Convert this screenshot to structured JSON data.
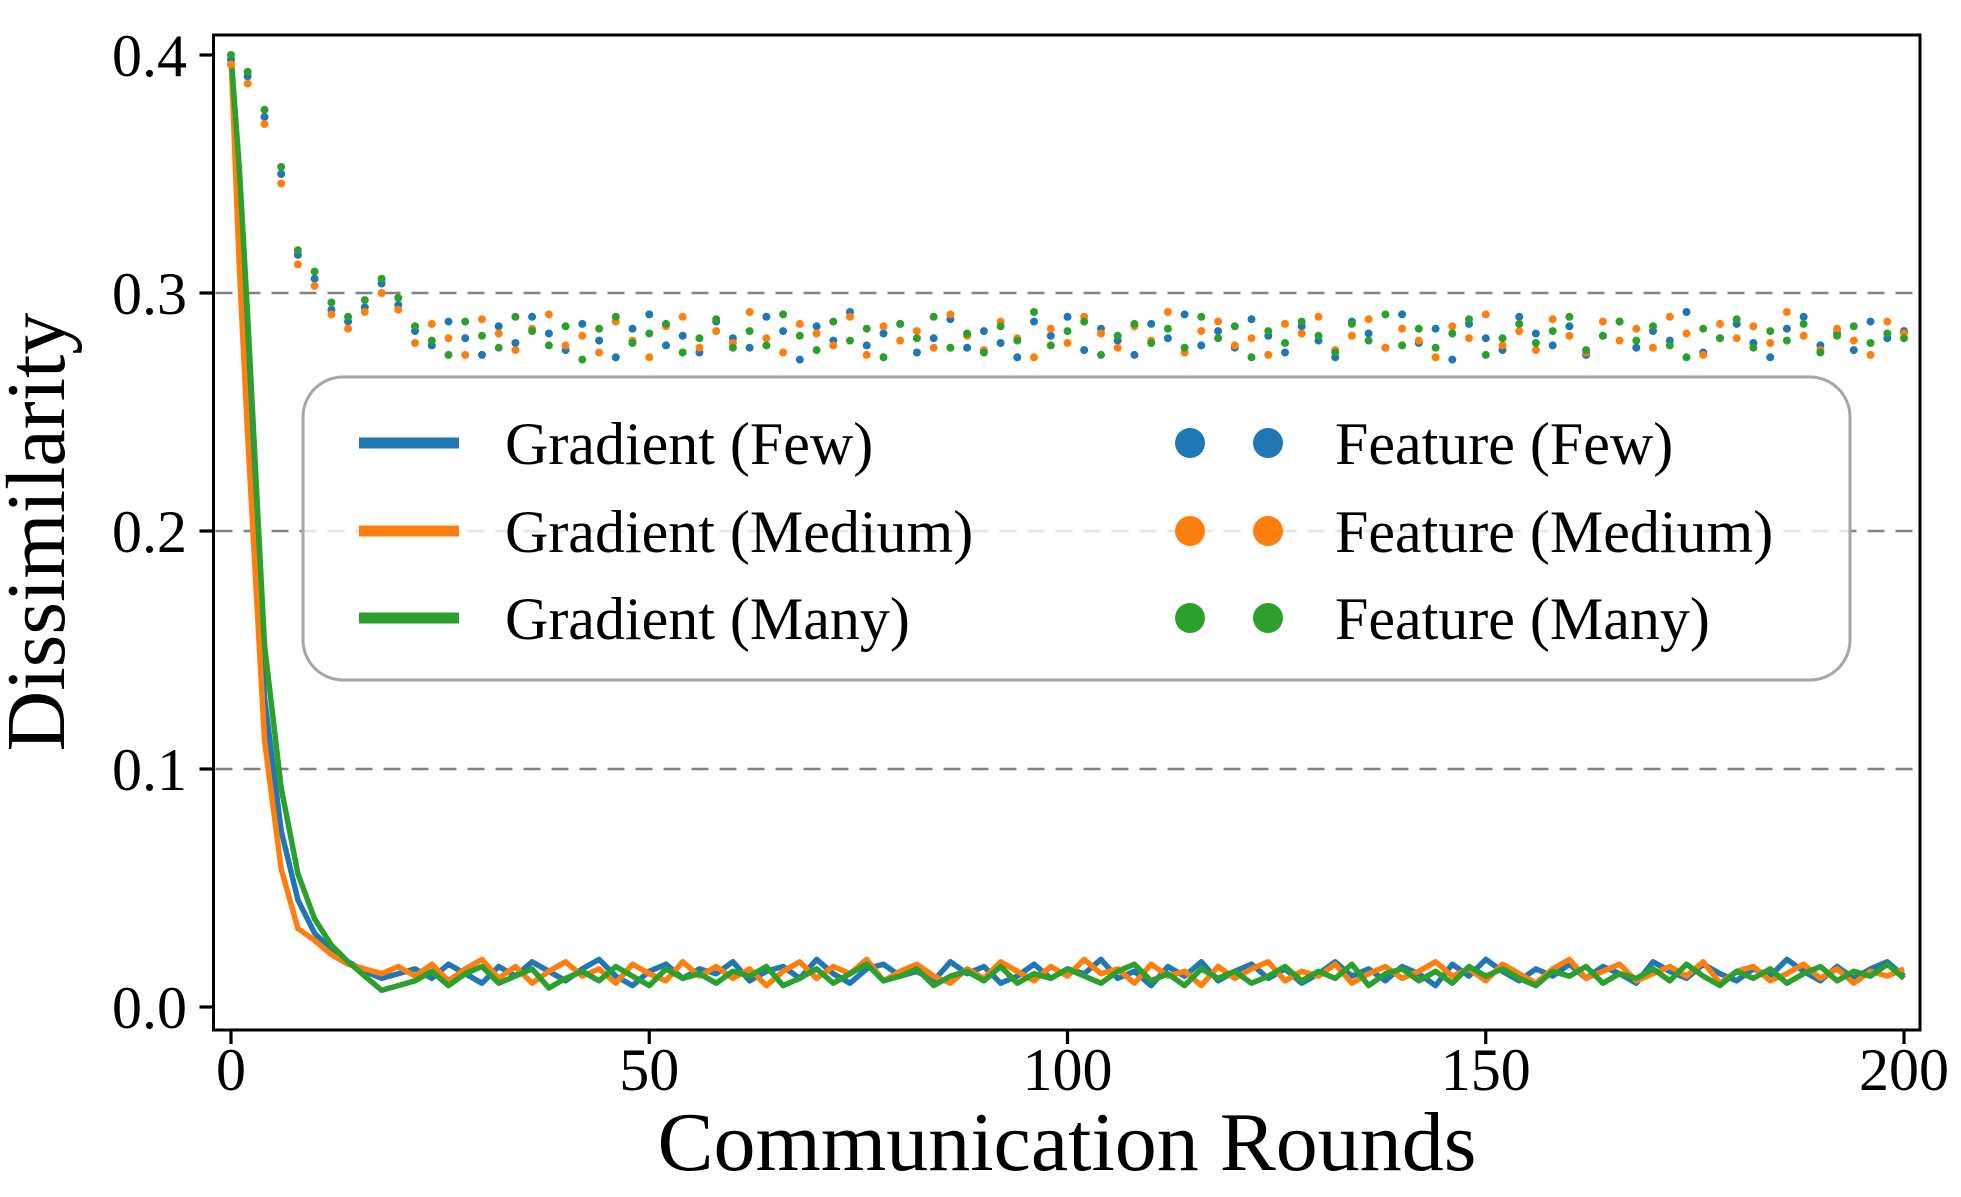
{
  "chart_data": {
    "type": "line+scatter",
    "title": "",
    "xlabel": "Communication Rounds",
    "ylabel": "Dissimilarity",
    "xlim": [
      -2.2,
      202
    ],
    "ylim": [
      -0.0097,
      0.418
    ],
    "grid": "dashed horizontal gridlines at 0.1, 0.2, 0.3",
    "legend_position": "center-left inside plot, two columns, rounded border",
    "x_ticks": [
      {
        "value": 0,
        "label": "0"
      },
      {
        "value": 50,
        "label": "50"
      },
      {
        "value": 100,
        "label": "100"
      },
      {
        "value": 150,
        "label": "150"
      },
      {
        "value": 200,
        "label": "200"
      }
    ],
    "y_ticks": [
      {
        "value": 0.0,
        "label": "0.0"
      },
      {
        "value": 0.1,
        "label": "0.1"
      },
      {
        "value": 0.2,
        "label": "0.2"
      },
      {
        "value": 0.3,
        "label": "0.3"
      },
      {
        "value": 0.4,
        "label": "0.4"
      }
    ],
    "y_gridlines": [
      0.1,
      0.2,
      0.3
    ],
    "colors": {
      "few": "#1f77b4",
      "medium": "#ff7f0e",
      "many": "#2ca02c",
      "grid": "#808080",
      "legend_border": "#a6a6a6"
    },
    "line_x": [
      0,
      1,
      2,
      4,
      6,
      8,
      10,
      12,
      14,
      16,
      18,
      20,
      22,
      24,
      26,
      28,
      30,
      32,
      34,
      36,
      38,
      40,
      42,
      44,
      46,
      48,
      50,
      52,
      54,
      56,
      58,
      60,
      62,
      64,
      66,
      68,
      70,
      72,
      74,
      76,
      78,
      80,
      82,
      84,
      86,
      88,
      90,
      92,
      94,
      96,
      98,
      100,
      102,
      104,
      106,
      108,
      110,
      112,
      114,
      116,
      118,
      120,
      122,
      124,
      126,
      128,
      130,
      132,
      134,
      136,
      138,
      140,
      142,
      144,
      146,
      148,
      150,
      152,
      154,
      156,
      158,
      160,
      162,
      164,
      166,
      168,
      170,
      172,
      174,
      176,
      178,
      180,
      182,
      184,
      186,
      188,
      190,
      192,
      194,
      196,
      198,
      200
    ],
    "scatter_x_start": 0,
    "scatter_x_step": 2,
    "series": [
      {
        "name": "Gradient (Few)",
        "type": "line",
        "color": "#1f77b4",
        "values": [
          0.4,
          0.33,
          0.268,
          0.13,
          0.074,
          0.045,
          0.031,
          0.024,
          0.019,
          0.015,
          0.012,
          0.014,
          0.016,
          0.012,
          0.018,
          0.014,
          0.01,
          0.017,
          0.013,
          0.019,
          0.015,
          0.011,
          0.016,
          0.02,
          0.013,
          0.009,
          0.015,
          0.018,
          0.012,
          0.016,
          0.014,
          0.019,
          0.011,
          0.015,
          0.017,
          0.012,
          0.02,
          0.014,
          0.01,
          0.016,
          0.018,
          0.013,
          0.015,
          0.011,
          0.019,
          0.014,
          0.017,
          0.01,
          0.013,
          0.018,
          0.012,
          0.016,
          0.014,
          0.02,
          0.012,
          0.015,
          0.009,
          0.017,
          0.013,
          0.019,
          0.011,
          0.015,
          0.018,
          0.012,
          0.016,
          0.01,
          0.014,
          0.019,
          0.013,
          0.016,
          0.011,
          0.017,
          0.014,
          0.009,
          0.018,
          0.013,
          0.02,
          0.015,
          0.011,
          0.016,
          0.013,
          0.018,
          0.012,
          0.017,
          0.014,
          0.01,
          0.019,
          0.015,
          0.012,
          0.018,
          0.014,
          0.011,
          0.016,
          0.013,
          0.02,
          0.015,
          0.011,
          0.017,
          0.012,
          0.016,
          0.019,
          0.013
        ]
      },
      {
        "name": "Gradient (Medium)",
        "type": "line",
        "color": "#ff7f0e",
        "values": [
          0.4,
          0.31,
          0.24,
          0.112,
          0.058,
          0.033,
          0.028,
          0.022,
          0.018,
          0.016,
          0.014,
          0.017,
          0.013,
          0.018,
          0.011,
          0.016,
          0.02,
          0.012,
          0.017,
          0.01,
          0.015,
          0.019,
          0.013,
          0.016,
          0.01,
          0.018,
          0.014,
          0.011,
          0.019,
          0.013,
          0.017,
          0.012,
          0.016,
          0.009,
          0.015,
          0.019,
          0.012,
          0.017,
          0.014,
          0.02,
          0.011,
          0.015,
          0.018,
          0.013,
          0.01,
          0.016,
          0.012,
          0.019,
          0.015,
          0.011,
          0.017,
          0.013,
          0.02,
          0.014,
          0.016,
          0.01,
          0.018,
          0.013,
          0.015,
          0.009,
          0.017,
          0.012,
          0.016,
          0.019,
          0.011,
          0.015,
          0.013,
          0.018,
          0.01,
          0.014,
          0.017,
          0.012,
          0.015,
          0.019,
          0.013,
          0.016,
          0.011,
          0.018,
          0.014,
          0.01,
          0.016,
          0.02,
          0.012,
          0.015,
          0.018,
          0.011,
          0.014,
          0.017,
          0.013,
          0.019,
          0.01,
          0.015,
          0.017,
          0.011,
          0.014,
          0.018,
          0.012,
          0.016,
          0.01,
          0.015,
          0.013,
          0.016
        ]
      },
      {
        "name": "Gradient (Many)",
        "type": "line",
        "color": "#2ca02c",
        "values": [
          0.4,
          0.352,
          0.29,
          0.152,
          0.092,
          0.056,
          0.037,
          0.026,
          0.019,
          0.013,
          0.007,
          0.009,
          0.011,
          0.015,
          0.009,
          0.014,
          0.017,
          0.01,
          0.013,
          0.016,
          0.008,
          0.012,
          0.015,
          0.011,
          0.017,
          0.013,
          0.009,
          0.016,
          0.012,
          0.014,
          0.01,
          0.015,
          0.013,
          0.017,
          0.009,
          0.012,
          0.016,
          0.01,
          0.014,
          0.018,
          0.011,
          0.013,
          0.016,
          0.009,
          0.013,
          0.015,
          0.011,
          0.017,
          0.01,
          0.014,
          0.012,
          0.016,
          0.013,
          0.01,
          0.015,
          0.018,
          0.011,
          0.014,
          0.009,
          0.016,
          0.012,
          0.015,
          0.01,
          0.013,
          0.017,
          0.011,
          0.015,
          0.012,
          0.018,
          0.009,
          0.014,
          0.016,
          0.011,
          0.015,
          0.01,
          0.017,
          0.013,
          0.016,
          0.012,
          0.009,
          0.015,
          0.013,
          0.017,
          0.01,
          0.014,
          0.012,
          0.016,
          0.011,
          0.018,
          0.013,
          0.009,
          0.015,
          0.012,
          0.016,
          0.01,
          0.014,
          0.017,
          0.011,
          0.015,
          0.013,
          0.018,
          0.012
        ]
      },
      {
        "name": "Feature (Few)",
        "type": "scatter",
        "color": "#1f77b4",
        "values": [
          0.398,
          0.391,
          0.374,
          0.35,
          0.316,
          0.306,
          0.293,
          0.288,
          0.294,
          0.304,
          0.295,
          0.284,
          0.278,
          0.288,
          0.281,
          0.274,
          0.286,
          0.279,
          0.29,
          0.283,
          0.276,
          0.287,
          0.28,
          0.273,
          0.285,
          0.291,
          0.278,
          0.282,
          0.275,
          0.288,
          0.281,
          0.277,
          0.29,
          0.284,
          0.272,
          0.286,
          0.28,
          0.292,
          0.278,
          0.283,
          0.287,
          0.275,
          0.281,
          0.289,
          0.277,
          0.284,
          0.279,
          0.273,
          0.288,
          0.282,
          0.29,
          0.276,
          0.285,
          0.28,
          0.274,
          0.287,
          0.281,
          0.291,
          0.278,
          0.284,
          0.277,
          0.289,
          0.282,
          0.275,
          0.286,
          0.28,
          0.273,
          0.288,
          0.283,
          0.277,
          0.291,
          0.279,
          0.285,
          0.272,
          0.287,
          0.281,
          0.276,
          0.29,
          0.283,
          0.278,
          0.286,
          0.274,
          0.282,
          0.288,
          0.277,
          0.284,
          0.28,
          0.292,
          0.275,
          0.281,
          0.287,
          0.279,
          0.273,
          0.285,
          0.29,
          0.278,
          0.283,
          0.276,
          0.288,
          0.281,
          0.284
        ]
      },
      {
        "name": "Feature (Medium)",
        "type": "scatter",
        "color": "#ff7f0e",
        "values": [
          0.396,
          0.388,
          0.371,
          0.346,
          0.312,
          0.303,
          0.291,
          0.285,
          0.292,
          0.3,
          0.293,
          0.279,
          0.287,
          0.281,
          0.274,
          0.289,
          0.283,
          0.276,
          0.285,
          0.291,
          0.278,
          0.282,
          0.275,
          0.288,
          0.28,
          0.273,
          0.286,
          0.29,
          0.277,
          0.284,
          0.279,
          0.292,
          0.281,
          0.275,
          0.287,
          0.283,
          0.278,
          0.29,
          0.274,
          0.286,
          0.28,
          0.284,
          0.277,
          0.291,
          0.282,
          0.276,
          0.288,
          0.281,
          0.273,
          0.285,
          0.279,
          0.29,
          0.283,
          0.277,
          0.286,
          0.28,
          0.292,
          0.275,
          0.284,
          0.288,
          0.278,
          0.281,
          0.274,
          0.287,
          0.283,
          0.29,
          0.276,
          0.282,
          0.289,
          0.277,
          0.285,
          0.28,
          0.273,
          0.286,
          0.281,
          0.291,
          0.278,
          0.284,
          0.276,
          0.289,
          0.282,
          0.275,
          0.288,
          0.28,
          0.285,
          0.277,
          0.29,
          0.283,
          0.274,
          0.287,
          0.281,
          0.286,
          0.279,
          0.292,
          0.282,
          0.276,
          0.285,
          0.28,
          0.274,
          0.288,
          0.283
        ]
      },
      {
        "name": "Feature (Many)",
        "type": "scatter",
        "color": "#2ca02c",
        "values": [
          0.4,
          0.393,
          0.377,
          0.353,
          0.318,
          0.309,
          0.296,
          0.29,
          0.297,
          0.306,
          0.298,
          0.286,
          0.28,
          0.274,
          0.288,
          0.282,
          0.277,
          0.29,
          0.284,
          0.278,
          0.286,
          0.272,
          0.285,
          0.29,
          0.279,
          0.283,
          0.287,
          0.275,
          0.281,
          0.289,
          0.277,
          0.284,
          0.278,
          0.291,
          0.282,
          0.276,
          0.288,
          0.28,
          0.285,
          0.273,
          0.287,
          0.281,
          0.29,
          0.277,
          0.283,
          0.275,
          0.286,
          0.28,
          0.292,
          0.278,
          0.284,
          0.288,
          0.274,
          0.282,
          0.287,
          0.279,
          0.285,
          0.277,
          0.29,
          0.281,
          0.286,
          0.273,
          0.284,
          0.279,
          0.288,
          0.282,
          0.275,
          0.287,
          0.28,
          0.291,
          0.278,
          0.285,
          0.277,
          0.283,
          0.289,
          0.274,
          0.281,
          0.287,
          0.279,
          0.284,
          0.29,
          0.276,
          0.282,
          0.288,
          0.28,
          0.286,
          0.278,
          0.273,
          0.285,
          0.281,
          0.289,
          0.277,
          0.284,
          0.28,
          0.287,
          0.275,
          0.282,
          0.286,
          0.279,
          0.283,
          0.281
        ]
      }
    ]
  }
}
